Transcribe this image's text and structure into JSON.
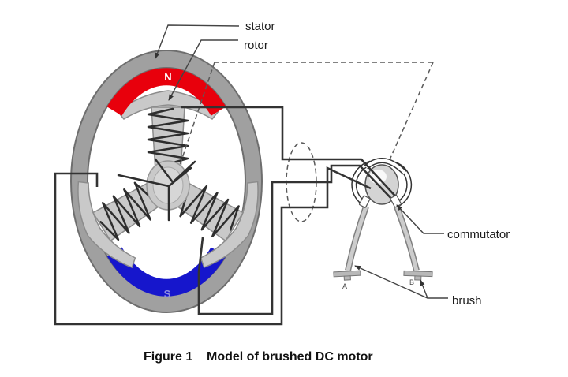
{
  "figure": {
    "caption": {
      "number": "Figure 1",
      "title": "Model of brushed DC motor"
    },
    "labels": {
      "stator": "stator",
      "rotor": "rotor",
      "commutator": "commutator",
      "brush": "brush"
    },
    "magnets": {
      "north": "N",
      "south": "S"
    },
    "brush_terminals": {
      "left": "A",
      "right": "B"
    },
    "colors": {
      "north_magnet": "#e8000c",
      "south_magnet": "#1616cc",
      "south_label": "#8f8fe0",
      "stator_body": "#a0a0a0",
      "stator_edge": "#6e6e6e",
      "rotor_body": "#c9c9c9",
      "wire": "#333333",
      "label_text": "#1b1b1b"
    }
  }
}
